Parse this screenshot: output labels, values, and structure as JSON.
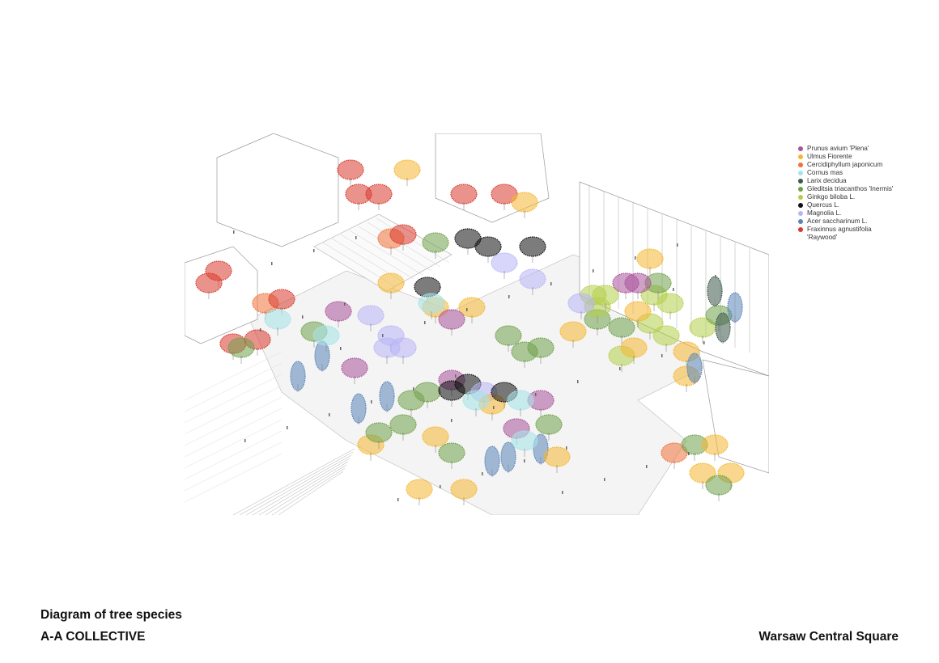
{
  "legend": [
    {
      "label": "Prunus avium 'Plena'",
      "color": "#a9549a"
    },
    {
      "label": "Ulmus Fiorente",
      "color": "#f5b731"
    },
    {
      "label": "Cercidiphyllum japonicum",
      "color": "#f0723a"
    },
    {
      "label": "Cornus mas",
      "color": "#a8e3e6"
    },
    {
      "label": "Larix decidua",
      "color": "#3c5a4c"
    },
    {
      "label": "Gleditsia triacanthos 'Inermis'",
      "color": "#6fa04a"
    },
    {
      "label": "Ginkgo biloba L.",
      "color": "#b5cf4a"
    },
    {
      "label": "Quercus L.",
      "color": "#111111"
    },
    {
      "label": "Magnolia L.",
      "color": "#b8b5f5"
    },
    {
      "label": "Acer saccharinum L.",
      "color": "#5a85b8"
    },
    {
      "label": "Fraxinnus agnustifolia 'Raywood'",
      "color": "#d93a2e"
    }
  ],
  "title": "Diagram of tree species",
  "office": "A-A COLLECTIVE",
  "project": "Warsaw Central Square"
}
